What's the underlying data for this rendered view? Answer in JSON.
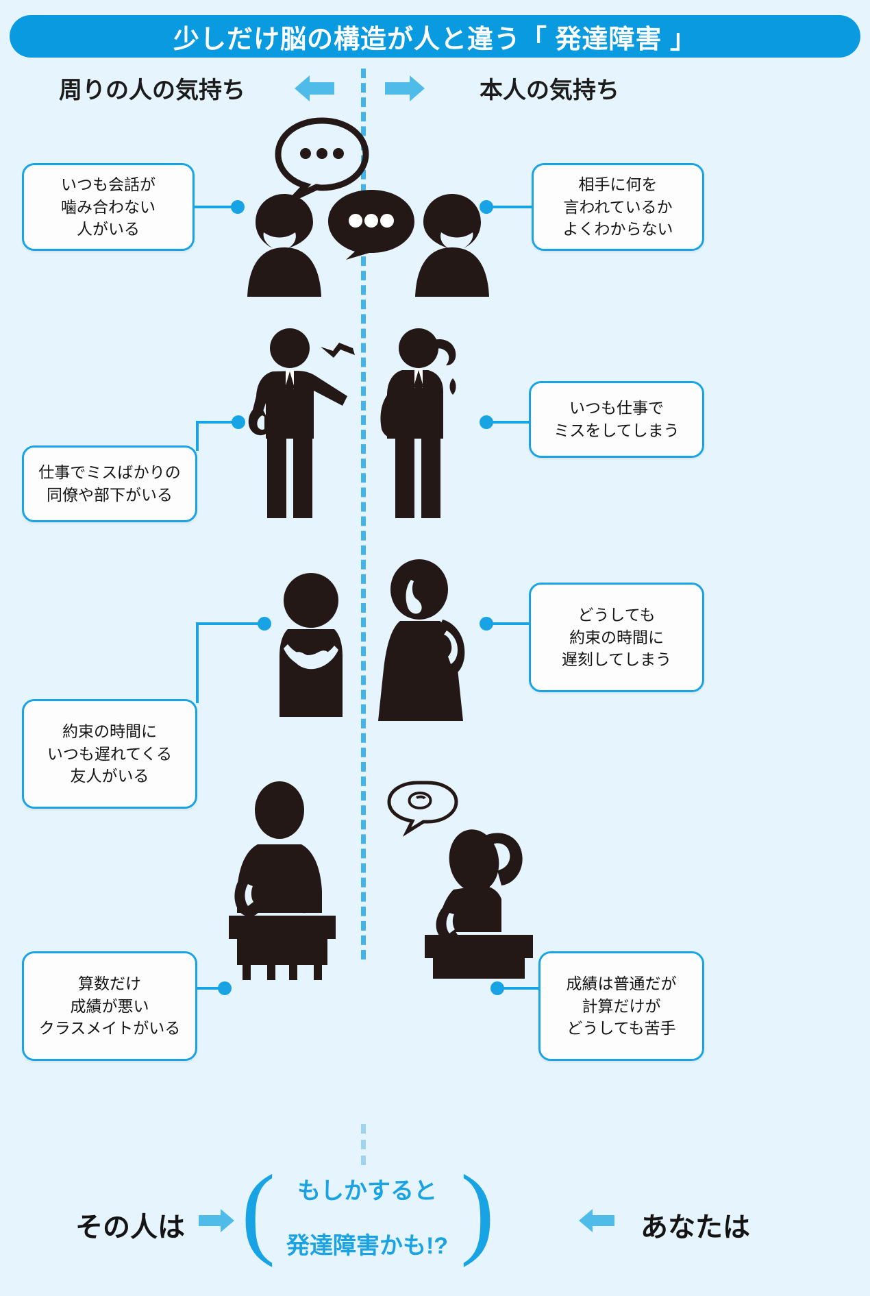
{
  "banner": {
    "title": "少しだけ脳の構造が人と違う「 発達障害 」"
  },
  "headers": {
    "left": "周りの人の気持ち",
    "right": "本人の気持ち",
    "left_arrow_icon": "arrow-left-icon",
    "right_arrow_icon": "arrow-right-icon"
  },
  "rows": [
    {
      "id": "conversation",
      "left_text": "いつも会話が\n噛み合わない\n人がいる",
      "right_text": "相手に何を\n言われているか\nよくわからない",
      "left_figure_icon": "person-head-icon",
      "right_figure_icon": "person-speech-bubble-icon"
    },
    {
      "id": "work-mistakes",
      "left_text": "仕事でミスばかりの\n同僚や部下がいる",
      "right_text": "いつも仕事で\nミスをしてしまう",
      "left_figure_icon": "angry-businessman-icon",
      "right_figure_icon": "sweating-businessman-icon"
    },
    {
      "id": "late-appointments",
      "left_text": "約束の時間に\nいつも遅れてくる\n友人がいる",
      "right_text": "どうしても\n約束の時間に\n遅刻してしまう",
      "left_figure_icon": "arms-crossed-person-icon",
      "right_figure_icon": "hand-on-hip-woman-icon"
    },
    {
      "id": "math-grades",
      "left_text": "算数だけ\n成績が悪い\nクラスメイトがいる",
      "right_text": "成績は普通だが\n計算だけが\nどうしても苦手",
      "left_figure_icon": "student-at-desk-icon",
      "right_figure_icon": "confused-student-at-desk-icon"
    }
  ],
  "bottom": {
    "left_label": "その人は",
    "right_label": "あなたは",
    "left_arrow_icon": "arrow-right-icon",
    "right_arrow_icon": "arrow-left-icon",
    "conclusion_line1": "もしかすると",
    "conclusion_line2": "発達障害かも!?",
    "paren_left": "(",
    "paren_right": ")"
  },
  "colors": {
    "background": "#e6f4fd",
    "brand_blue": "#0a9ae0",
    "accent_blue": "#18a4e4",
    "light_blue": "#44b4e8",
    "figure_black": "#231815",
    "box_white": "#fdfdfd"
  }
}
